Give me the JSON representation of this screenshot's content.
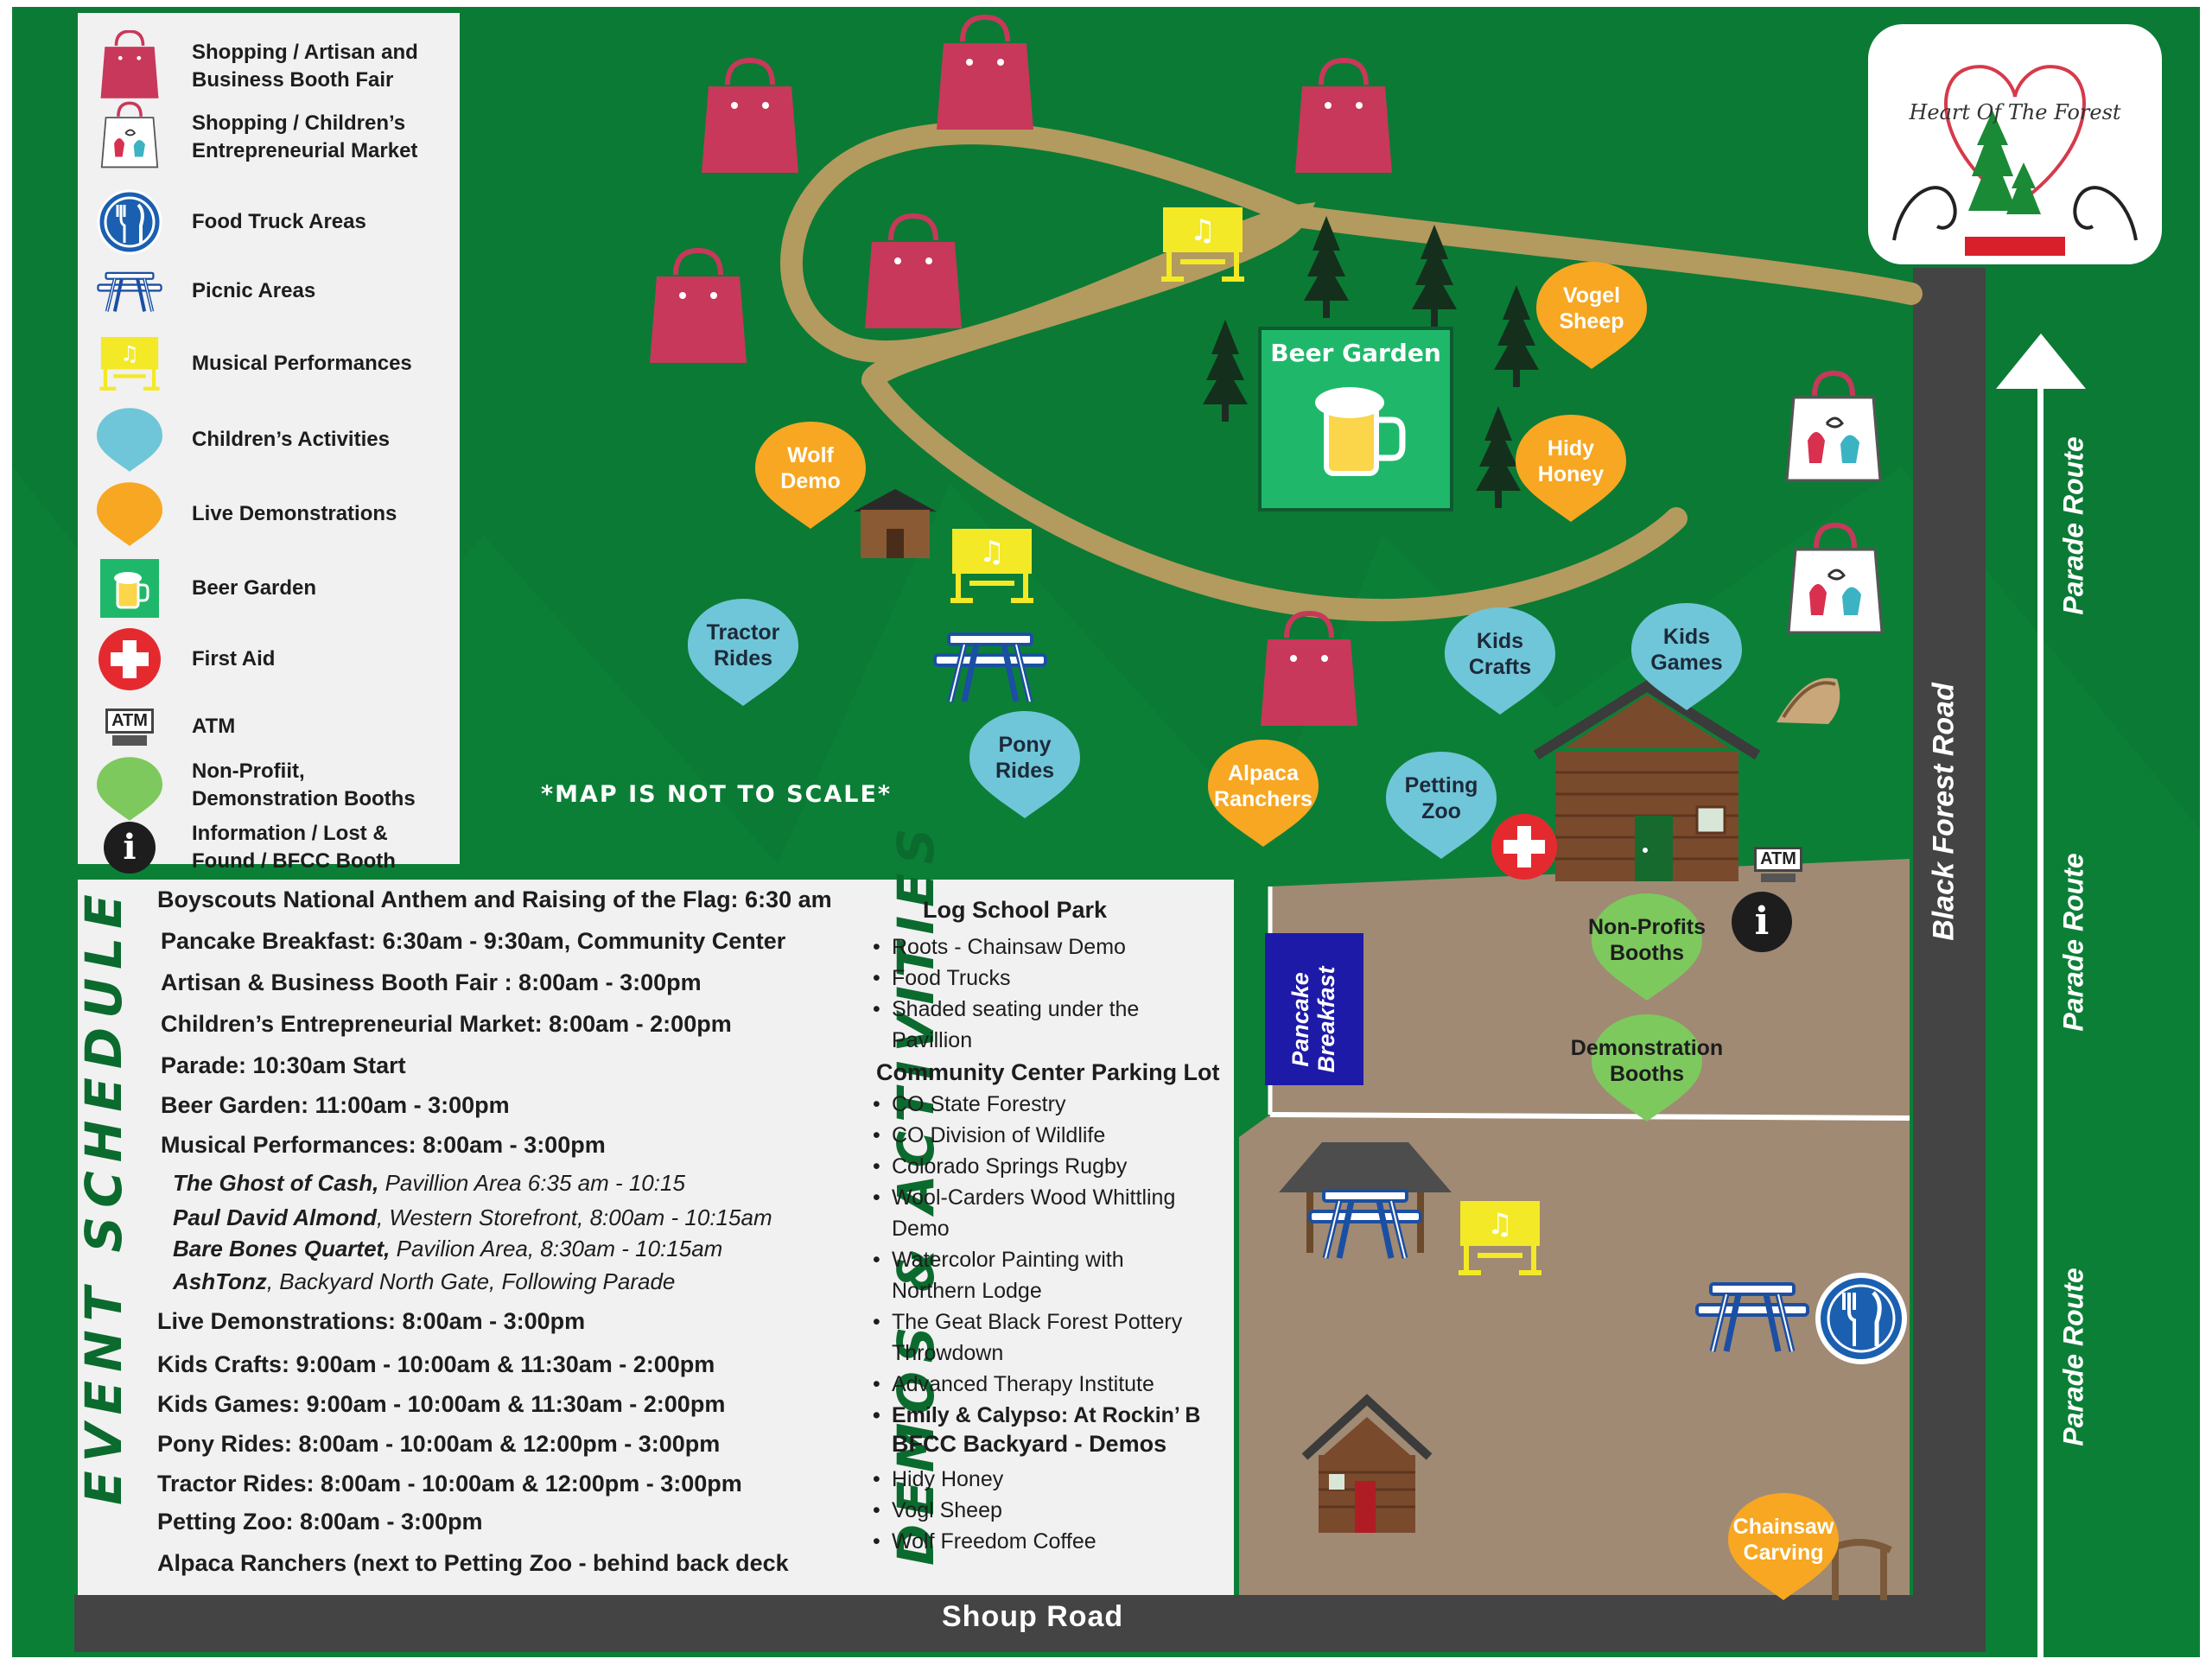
{
  "legend": {
    "items": [
      {
        "icon": "shopping-bag-icon",
        "label": "Shopping / Artisan and\nBusiness Booth Fair"
      },
      {
        "icon": "children-market-bag-icon",
        "label": "Shopping / Children’s\nEntrepreneurial Market"
      },
      {
        "icon": "food-truck-icon",
        "label": "Food Truck Areas"
      },
      {
        "icon": "picnic-table-icon",
        "label": "Picnic Areas"
      },
      {
        "icon": "music-stage-icon",
        "label": "Musical Performances"
      },
      {
        "icon": "blue-pin-icon",
        "label": "Children’s Activities"
      },
      {
        "icon": "orange-pin-icon",
        "label": "Live Demonstrations"
      },
      {
        "icon": "beer-mug-icon",
        "label": "Beer Garden"
      },
      {
        "icon": "first-aid-icon",
        "label": "First Aid"
      },
      {
        "icon": "atm-icon",
        "label": "ATM",
        "icon_text": "ATM"
      },
      {
        "icon": "green-pin-icon",
        "label": "Non-Profiit,\nDemonstration Booths"
      },
      {
        "icon": "info-icon",
        "label": "Information / Lost &\nFound / BFCC Booth",
        "icon_text": "i"
      }
    ]
  },
  "logo": {
    "text": "Heart Of The Forest"
  },
  "map": {
    "beer_garden": "Beer Garden",
    "not_to_scale": "*MAP IS NOT TO SCALE*",
    "pancake": "Pancake\nBreakfast",
    "roads": {
      "shoup": "Shoup Road",
      "black_forest": "Black Forest Road",
      "parade": "Parade Route"
    },
    "atm": "ATM",
    "info": "i",
    "pins": [
      {
        "id": "wolf-demo",
        "label": "Wolf\nDemo",
        "color": "orange"
      },
      {
        "id": "tractor-rides",
        "label": "Tractor\nRides",
        "color": "blue"
      },
      {
        "id": "pony-rides",
        "label": "Pony\nRides",
        "color": "blue"
      },
      {
        "id": "alpaca-ranchers",
        "label": "Alpaca\nRanchers",
        "color": "orange"
      },
      {
        "id": "petting-zoo",
        "label": "Petting\nZoo",
        "color": "blue"
      },
      {
        "id": "kids-crafts",
        "label": "Kids\nCrafts",
        "color": "blue"
      },
      {
        "id": "kids-games",
        "label": "Kids\nGames",
        "color": "blue"
      },
      {
        "id": "vogel-sheep",
        "label": "Vogel\nSheep",
        "color": "orange"
      },
      {
        "id": "hidy-honey",
        "label": "Hidy\nHoney",
        "color": "orange"
      },
      {
        "id": "non-profits",
        "label": "Non-Profits\nBooths",
        "color": "green"
      },
      {
        "id": "demonstration",
        "label": "Demonstration\nBooths",
        "color": "green"
      },
      {
        "id": "chainsaw-carving",
        "label": "Chainsaw\nCarving",
        "color": "orange"
      }
    ],
    "colors": {
      "grass": "#0b7a35",
      "dirt_lot": "#a08a74",
      "road": "#444444",
      "path": "#b39a5e",
      "bag": "#c8385a",
      "blue_pin": "#6fc6d8",
      "orange_pin": "#f7a722",
      "green_pin": "#7dc95e",
      "music": "#f3e926",
      "beer": "#1fb86b",
      "pancake": "#1e1aa8"
    }
  },
  "schedule": {
    "title": "EVENT SCHEDULE",
    "lines": [
      "Boyscouts National Anthem and Raising of the Flag: 6:30 am",
      "Pancake Breakfast: 6:30am - 9:30am, Community Center",
      "Artisan & Business Booth Fair : 8:00am - 3:00pm",
      "Children’s Entrepreneurial Market: 8:00am - 2:00pm",
      "Parade: 10:30am  Start",
      "Beer Garden: 11:00am - 3:00pm",
      "Musical Performances: 8:00am - 3:00pm"
    ],
    "music": [
      {
        "name": "The Ghost of Cash,",
        "detail": "  Pavillion Area 6:35 am - 10:15"
      },
      {
        "name": "Paul David Almond",
        "detail": ", Western Storefront, 8:00am - 10:15am"
      },
      {
        "name": "Bare Bones Quartet,",
        "detail": " Pavilion Area, 8:30am - 10:15am"
      },
      {
        "name": "AshTonz",
        "detail": ", Backyard North Gate, Following  Parade"
      }
    ],
    "lines2": [
      "Live Demonstrations: 8:00am - 3:00pm",
      "Kids Crafts: 9:00am - 10:00am & 11:30am - 2:00pm",
      "Kids Games: 9:00am - 10:00am & 11:30am - 2:00pm",
      "Pony Rides: 8:00am - 10:00am & 12:00pm - 3:00pm",
      "Tractor Rides: 8:00am - 10:00am & 12:00pm - 3:00pm",
      "Petting Zoo: 8:00am - 3:00pm",
      "Alpaca Ranchers (next to Petting Zoo - behind back deck"
    ]
  },
  "demos": {
    "title": "DEMOS & ACTIVITIES",
    "log_school": {
      "heading": "Log School Park",
      "items": [
        "Roots - Chainsaw Demo",
        "Food Trucks",
        "Shaded seating under the"
      ],
      "cont": "Pavillion"
    },
    "community": {
      "heading": "Community Center Parking Lot",
      "items": [
        "CO State Forestry",
        "CO Division of Wildlife",
        "Colorado Springs Rugby",
        "Wool-Carders Wood Whittling",
        "Watercolor Painting with",
        "The Geat Black Forest Pottery",
        "Advanced Therapy Institute",
        "Emily & Calypso: At Rockin’ B"
      ],
      "conts": [
        "Demo",
        "Northern Lodge",
        "Throwdown"
      ]
    },
    "backyard": {
      "heading": "BFCC Backyard - Demos",
      "items": [
        "Hidy Honey",
        "Vogl Sheep",
        "Wolf Freedom Coffee"
      ]
    }
  }
}
